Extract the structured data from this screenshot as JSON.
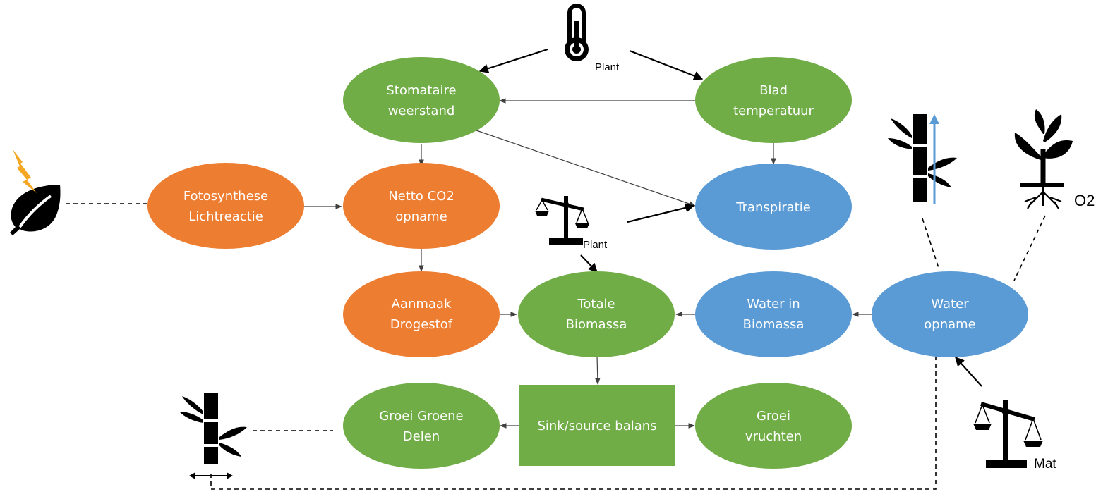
{
  "colors": {
    "green": "#70ad47",
    "orange": "#ed7d31",
    "blue": "#5b9bd5",
    "icon": "#000000",
    "lightning": "#f5a623"
  },
  "nodes": {
    "stomataire": {
      "line1": "Stomataire",
      "line2": "weerstand",
      "color": "green"
    },
    "blad": {
      "line1": "Blad",
      "line2": "temperatuur",
      "color": "green"
    },
    "fotosynthese": {
      "line1": "Fotosynthese",
      "line2": "Lichtreactie",
      "color": "orange"
    },
    "netto": {
      "line1": "Netto CO2",
      "line2": "opname",
      "color": "orange"
    },
    "transpiratie": {
      "line1": "Transpiratie",
      "color": "blue"
    },
    "aanmaak": {
      "line1": "Aanmaak",
      "line2": "Drogestof",
      "color": "orange"
    },
    "totale": {
      "line1": "Totale",
      "line2": "Biomassa",
      "color": "green"
    },
    "water_in": {
      "line1": "Water in",
      "line2": "Biomassa",
      "color": "blue"
    },
    "water_opname": {
      "line1": "Water",
      "line2": "opname",
      "color": "blue"
    },
    "groei_groene": {
      "line1": "Groei Groene",
      "line2": "Delen",
      "color": "green"
    },
    "sink": {
      "line1": "Sink/source balans",
      "color": "green"
    },
    "groei_vruchten": {
      "line1": "Groei",
      "line2": "vruchten",
      "color": "green"
    }
  },
  "labels": {
    "thermometer_plant": "Plant",
    "scale_plant": "Plant",
    "scale_mat": "Mat",
    "o2": "O2"
  },
  "icons": {
    "thermometer": "thermometer-icon",
    "leaf_light": "leaf-lightning-icon",
    "scale_plant": "scale-icon",
    "scale_mat": "scale-icon",
    "stem_growth": "stem-growth-icon",
    "plant_roots": "plant-roots-icon",
    "stem_width": "stem-width-icon"
  }
}
